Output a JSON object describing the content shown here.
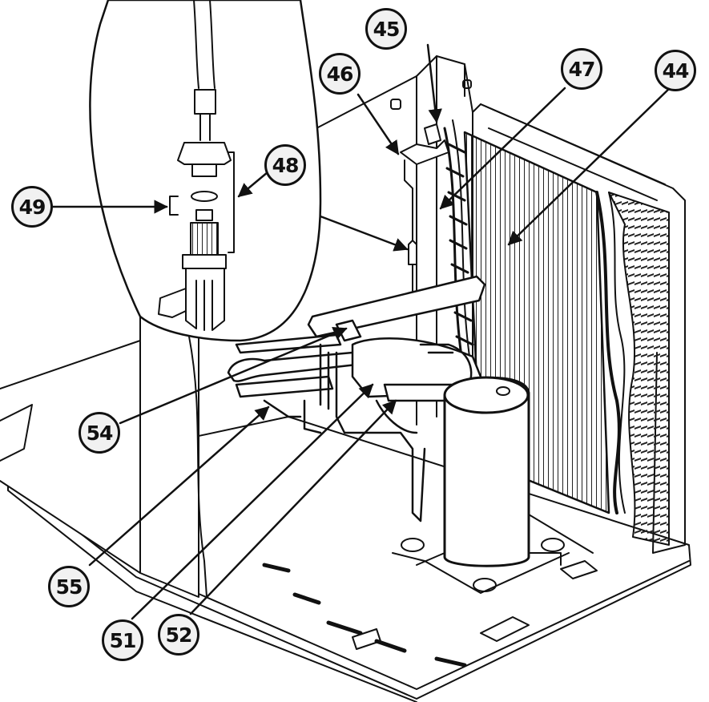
{
  "diagram": {
    "callouts": [
      {
        "id": "c44",
        "label": "44"
      },
      {
        "id": "c45",
        "label": "45"
      },
      {
        "id": "c46",
        "label": "46"
      },
      {
        "id": "c47",
        "label": "47"
      },
      {
        "id": "c48",
        "label": "48"
      },
      {
        "id": "c49",
        "label": "49"
      },
      {
        "id": "c51",
        "label": "51"
      },
      {
        "id": "c52",
        "label": "52"
      },
      {
        "id": "c54",
        "label": "54"
      },
      {
        "id": "c55",
        "label": "55"
      }
    ],
    "colors": {
      "line": "#111111",
      "background": "#ffffff",
      "callout_fill": "#f1f1f1"
    }
  }
}
